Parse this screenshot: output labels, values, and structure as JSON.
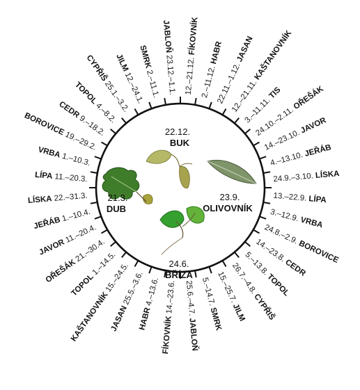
{
  "segments": [
    {
      "dates": "23.12.–1.1.",
      "tree": "JABLOŇ"
    },
    {
      "dates": "12.–21.12.",
      "tree": "FÍKOVNÍK"
    },
    {
      "dates": "2.–11.12.",
      "tree": "HABR"
    },
    {
      "dates": "22.11.–1.12.",
      "tree": "JASAN"
    },
    {
      "dates": "12.–21.11.",
      "tree": "KAŠTANOVNÍK"
    },
    {
      "dates": "3.–11.11.",
      "tree": "TIS"
    },
    {
      "dates": "24.10.–2.11.",
      "tree": "OŘEŠÁK"
    },
    {
      "dates": "14.–23.10.",
      "tree": "JAVOR"
    },
    {
      "dates": "4.–13.10.",
      "tree": "JEŘÁB"
    },
    {
      "dates": "24.9.–3.10.",
      "tree": "LÍSKA"
    },
    {
      "dates": "13.–22.9.",
      "tree": "LÍPA"
    },
    {
      "dates": "3.–12.9.",
      "tree": "VRBA"
    },
    {
      "dates": "24.8.–2.9.",
      "tree": "BOROVICE"
    },
    {
      "dates": "14.–23.8.",
      "tree": "CEDR"
    },
    {
      "dates": "5.–13.8.",
      "tree": "TOPOL"
    },
    {
      "dates": "26.7.–4.8.",
      "tree": "CYPŘIŠ"
    },
    {
      "dates": "15.–25.7.",
      "tree": "JILM"
    },
    {
      "dates": "5.–14.7.",
      "tree": "SMRK"
    },
    {
      "dates": "25.6.–4.7.",
      "tree": "JABLOŇ"
    },
    {
      "dates": "14.–23.6.",
      "tree": "FÍKOVNÍK"
    },
    {
      "dates": "4.–13.6.",
      "tree": "HABR"
    },
    {
      "dates": "25.5.–3.6.",
      "tree": "JASAN"
    },
    {
      "dates": "15.–24.5.",
      "tree": "KAŠTANOVNÍK"
    },
    {
      "dates": "1.–14.5.",
      "tree": "TOPOL"
    },
    {
      "dates": "21.–30.4.",
      "tree": "OŘEŠÁK"
    },
    {
      "dates": "11.–20.4.",
      "tree": "JAVOR"
    },
    {
      "dates": "1.–10.4.",
      "tree": "JEŘÁB"
    },
    {
      "dates": "22.–31.3.",
      "tree": "LÍSKA"
    },
    {
      "dates": "11.–20.3.",
      "tree": "LÍPA"
    },
    {
      "dates": "1.–10.3.",
      "tree": "VRBA"
    },
    {
      "dates": "19.–29.2.",
      "tree": "BOROVICE"
    },
    {
      "dates": "9.–18.2.",
      "tree": "CEDR"
    },
    {
      "dates": "4.–8.2.",
      "tree": "TOPOL"
    },
    {
      "dates": "25.1.–3.2.",
      "tree": "CYPŘIŠ"
    },
    {
      "dates": "12.–24.1.",
      "tree": "JILM"
    },
    {
      "dates": "2.–11.1.",
      "tree": "SMRK"
    }
  ],
  "center": {
    "top": {
      "date": "22.12.",
      "tree": "BUK"
    },
    "left": {
      "date": "21.3.",
      "tree": "DUB"
    },
    "right": {
      "date": "23.9.",
      "tree": "OLIVOVNÍK"
    },
    "bottom": {
      "date": "24.6.",
      "tree": "BŘÍZA"
    }
  }
}
